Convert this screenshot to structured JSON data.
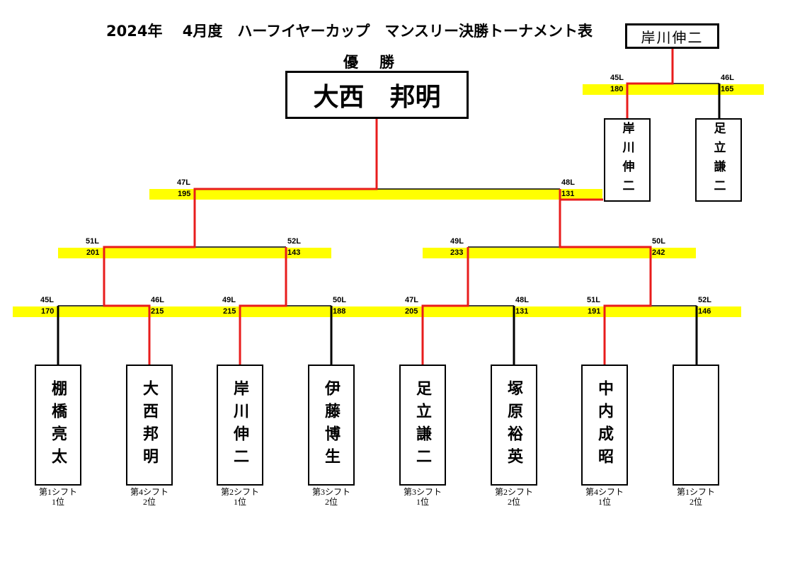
{
  "header": {
    "title": "2024年　 4月度　ハーフイヤーカップ　マンスリー決勝トーナメント表",
    "champion_label": "優勝",
    "champion_name": "大西　邦明",
    "sub_winner": "岸川伸二"
  },
  "sub_bracket": {
    "left": {
      "lane": "45L",
      "score": "180"
    },
    "right": {
      "lane": "46L",
      "score": "165"
    },
    "players": [
      {
        "name": "岸川伸二"
      },
      {
        "name": "足立謙二"
      }
    ]
  },
  "final": {
    "left": {
      "lane": "47L",
      "score": "195"
    },
    "right": {
      "lane": "48L",
      "score": "131"
    }
  },
  "semis": [
    {
      "lane": "51L",
      "score": "201"
    },
    {
      "lane": "52L",
      "score": "143"
    },
    {
      "lane": "49L",
      "score": "233"
    },
    {
      "lane": "50L",
      "score": "242"
    }
  ],
  "first_round": [
    {
      "lane": "45L",
      "score": "170"
    },
    {
      "lane": "46L",
      "score": "215"
    },
    {
      "lane": "49L",
      "score": "215"
    },
    {
      "lane": "50L",
      "score": "188"
    },
    {
      "lane": "47L",
      "score": "205"
    },
    {
      "lane": "48L",
      "score": "131"
    },
    {
      "lane": "51L",
      "score": "191"
    },
    {
      "lane": "52L",
      "score": "146"
    }
  ],
  "players": [
    {
      "name": "棚橋亮太",
      "shift": "第1シフト",
      "rank": "1位"
    },
    {
      "name": "大西邦明",
      "shift": "第4シフト",
      "rank": "2位"
    },
    {
      "name": "岸川伸二",
      "shift": "第2シフト",
      "rank": "1位"
    },
    {
      "name": "伊藤博生",
      "shift": "第3シフト",
      "rank": "2位"
    },
    {
      "name": "足立謙二",
      "shift": "第3シフト",
      "rank": "1位"
    },
    {
      "name": "塚原裕英",
      "shift": "第2シフト",
      "rank": "2位"
    },
    {
      "name": "中内成昭",
      "shift": "第4シフト",
      "rank": "1位"
    },
    {
      "name": "",
      "shift": "第1シフト",
      "rank": "2位"
    }
  ],
  "colors": {
    "winner_line": "#e81c1c",
    "loser_line": "#000000",
    "highlight": "#ffff00"
  }
}
